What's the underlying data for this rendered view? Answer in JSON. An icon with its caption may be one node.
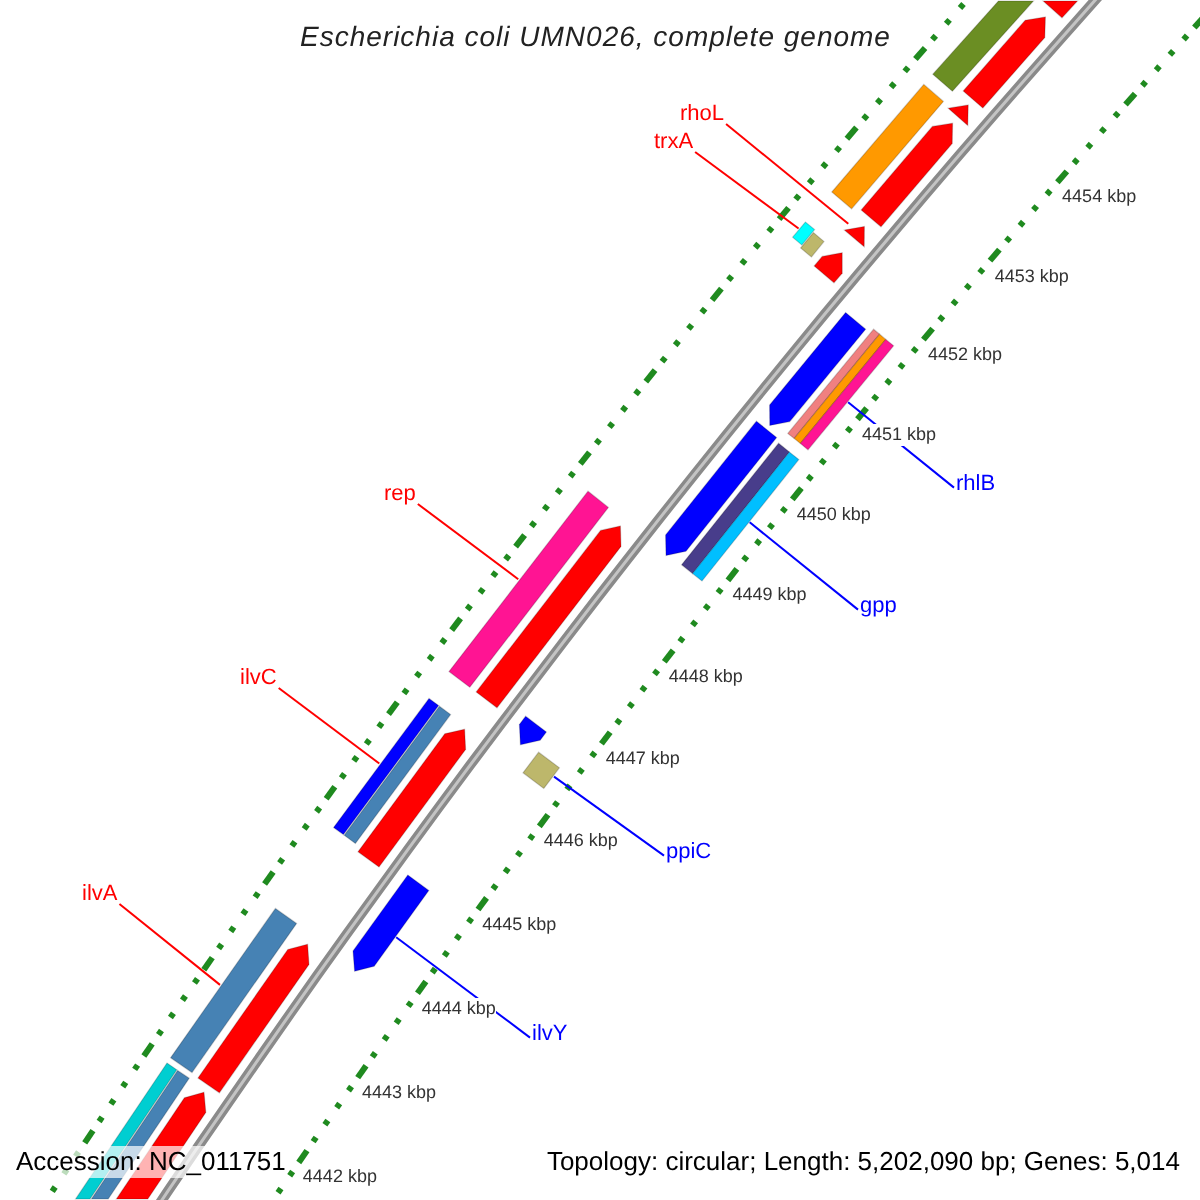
{
  "diagram": {
    "title": "Escherichia coli UMN026, complete genome",
    "nodes": [
      {
        "text": [
          "rhoL"
        ]
      },
      {
        "text": [
          "trxA"
        ]
      },
      {
        "text": [
          "rhlB"
        ]
      },
      {
        "text": [
          "rep"
        ]
      },
      {
        "text": [
          "gpp"
        ]
      },
      {
        "text": [
          "ilvC"
        ]
      },
      {
        "text": [
          "ppiC"
        ]
      },
      {
        "text": [
          "ilvA"
        ]
      },
      {
        "text": [
          "ilvY"
        ]
      },
      {
        "text": [],
        "shape": "bar"
      },
      {
        "text": [],
        "shape": "bar"
      },
      {
        "text": [],
        "shape": "bar"
      },
      {
        "text": [],
        "shape": "bar"
      },
      {
        "text": [],
        "shape": "bar"
      },
      {
        "text": [],
        "shape": "bar"
      },
      {
        "text": [],
        "shape": "bar"
      },
      {
        "text": [],
        "shape": "bar"
      },
      {
        "text": [],
        "shape": "bar"
      },
      {
        "text": [],
        "shape": "bar"
      },
      {
        "text": [],
        "shape": "bar"
      },
      {
        "text": [],
        "shape": "bar"
      },
      {
        "text": [],
        "shape": "bar"
      },
      {
        "text": [],
        "shape": "bar"
      },
      {
        "text": [],
        "shape": "bar"
      },
      {
        "text": [],
        "shape": "bar"
      },
      {
        "text": [],
        "shape": "bar"
      },
      {
        "text": [],
        "shape": "bar"
      },
      {
        "text": [],
        "shape": "bar"
      },
      {
        "text": [],
        "shape": "bar"
      },
      {
        "text": [],
        "shape": "bar"
      },
      {
        "text": [],
        "shape": "bar"
      },
      {
        "text": [],
        "shape": "bar"
      },
      {
        "text": [],
        "shape": "bar"
      },
      {
        "text": [],
        "shape": "bar"
      },
      {
        "text": [],
        "shape": "bar"
      },
      {
        "text": [],
        "shape": "bar"
      },
      {
        "text": [],
        "shape": "bar"
      },
      {
        "text": [],
        "shape": "bar"
      },
      {
        "text": [],
        "shape": "bar"
      }
    ],
    "edges": [
      {
        "from": 0,
        "to": 15,
        "arrow": "none"
      },
      {
        "from": 1,
        "to": 16,
        "arrow": "none"
      },
      {
        "from": 2,
        "to": 22,
        "arrow": "none",
        "color": "#0000ff"
      },
      {
        "from": 3,
        "to": 26,
        "arrow": "none"
      },
      {
        "from": 4,
        "to": 25,
        "arrow": "none",
        "color": "#0000ff"
      },
      {
        "from": 5,
        "to": 30,
        "arrow": "none"
      },
      {
        "from": 6,
        "to": 29,
        "arrow": "none",
        "color": "#0000ff"
      },
      {
        "from": 7,
        "to": 34,
        "arrow": "none"
      },
      {
        "from": 8,
        "to": 33,
        "arrow": "none",
        "color": "#0000ff"
      }
    ],
    "labels": [
      "4454 kbp",
      "4453 kbp",
      "4452 kbp",
      "4451 kbp",
      "4450 kbp",
      "4449 kbp",
      "4448 kbp",
      "4447 kbp",
      "4446 kbp",
      "4445 kbp",
      "4444 kbp",
      "4443 kbp",
      "4442 kbp",
      "Accession: NC_011751",
      "Topology: circular; Length: 5,202,090 bp; Genes: 5,014"
    ]
  }
}
